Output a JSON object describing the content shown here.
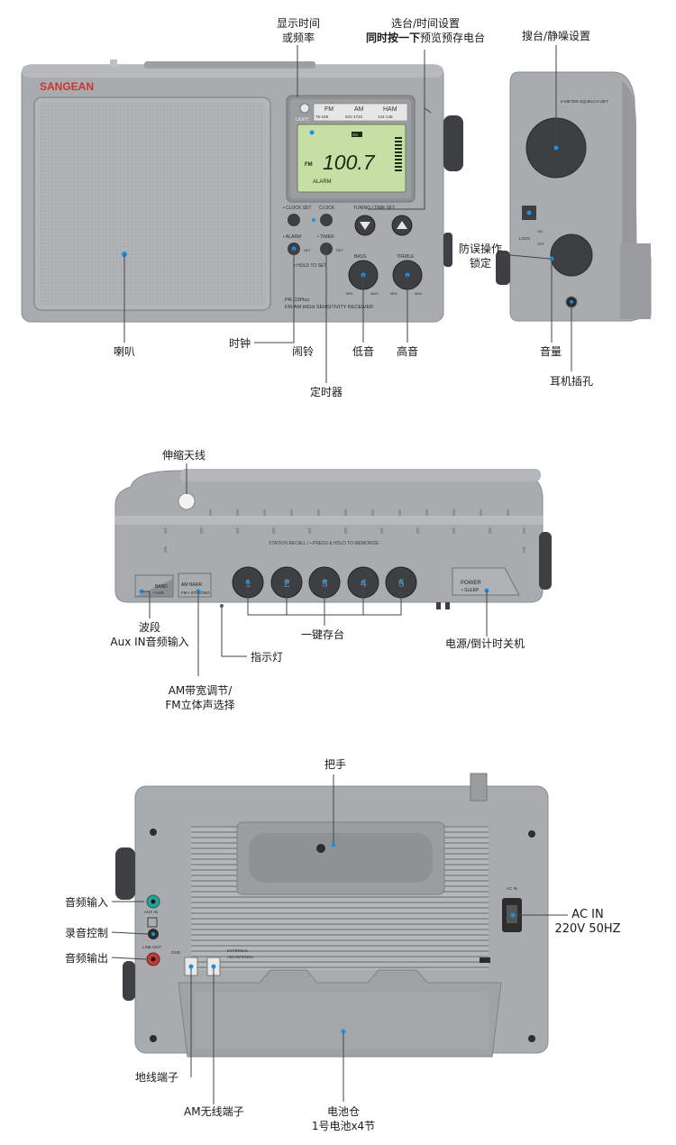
{
  "brand": "SANGEAN",
  "colors": {
    "body": "#a8abae",
    "body_dark": "#8a8d90",
    "lcd": "#c6dfa4",
    "marker": "#1f8fe0",
    "knob": "#3e3f42"
  },
  "front": {
    "lcd": {
      "light_label": "LIGHT",
      "band_fm": "FM",
      "band_am": "AM",
      "band_ham": "HAM",
      "range_fm": "76-108",
      "range_am": "522-1710",
      "range_ham": "144-148",
      "frequency": "100.7",
      "fm_indicator": "FM",
      "alarm_text": "ALARM",
      "on_badge": "On"
    },
    "buttons": {
      "clock_set": "• CLOCK SET",
      "clock": "CLOCK",
      "alarm": "• ALARM",
      "timer": "• TIMER",
      "set1": "SET",
      "set2": "SET",
      "hold_to_set": "• HOLD TO SET",
      "tuning": "TUNING / TIME SET",
      "bass": "BASS",
      "treble": "TREBLE",
      "min1": "MIN",
      "max1": "MAX",
      "min2": "MIN",
      "max2": "MAX"
    },
    "model": "PR-D3Plus",
    "subtitle": "FM-AM  HIGH SENSITIVITY RECEIVER"
  },
  "side": {
    "squelch": "2-METER SQUELCH SET",
    "lock": "LOCK",
    "on": "ON",
    "off": "OFF"
  },
  "top_view": {
    "station_recall": "STATION RECALL / • PRESS & HOLD TO MEMORIZE",
    "band_btn": "BAND",
    "aux_btn": "• AUX",
    "am_narr": "AM NARR",
    "fm_st": "FM • ST/MONO",
    "presets": [
      "1",
      "2",
      "3",
      "4",
      "5"
    ],
    "power": "POWER",
    "sleep": "• SLEEP"
  },
  "back_view": {
    "aux_in": "AUX IN",
    "line_out": "LINE OUT",
    "gnd": "GND",
    "external": "EXTERNAL",
    "am_antenna": "AM ANTENNA",
    "ac_in": "AC IN"
  },
  "labels": {
    "display_time_line1": "显示时间",
    "display_time_line2": "或频率",
    "select_line1": "选台/时间设置",
    "select_line2_bold": "同时按一下",
    "select_line2_rest": "预览预存电台",
    "search_squelch": "搜台/静噪设置",
    "lock_line1": "防误操作",
    "lock_line2": "锁定",
    "speaker": "喇叭",
    "clock": "时钟",
    "alarm": "闹铃",
    "bass": "低音",
    "treble": "高音",
    "timer": "定时器",
    "volume": "音量",
    "headphone": "耳机插孔",
    "antenna": "伸缩天线",
    "band_line1": "波段",
    "band_line2": "Aux IN音频输入",
    "one_key": "一键存台",
    "power_sleep": "电源/倒计时关机",
    "indicator": "指示灯",
    "am_fm_line1": "AM带宽调节/",
    "am_fm_line2": "FM立体声选择",
    "handle": "把手",
    "audio_in": "音频输入",
    "record_control": "录音控制",
    "audio_out": "音频输出",
    "ac_line1": "AC  IN",
    "ac_line2": "220V 50HZ",
    "ground": "地线端子",
    "am_wireless": "AM无线端子",
    "battery_line1": "电池仓",
    "battery_line2": "1号电池x4节"
  }
}
